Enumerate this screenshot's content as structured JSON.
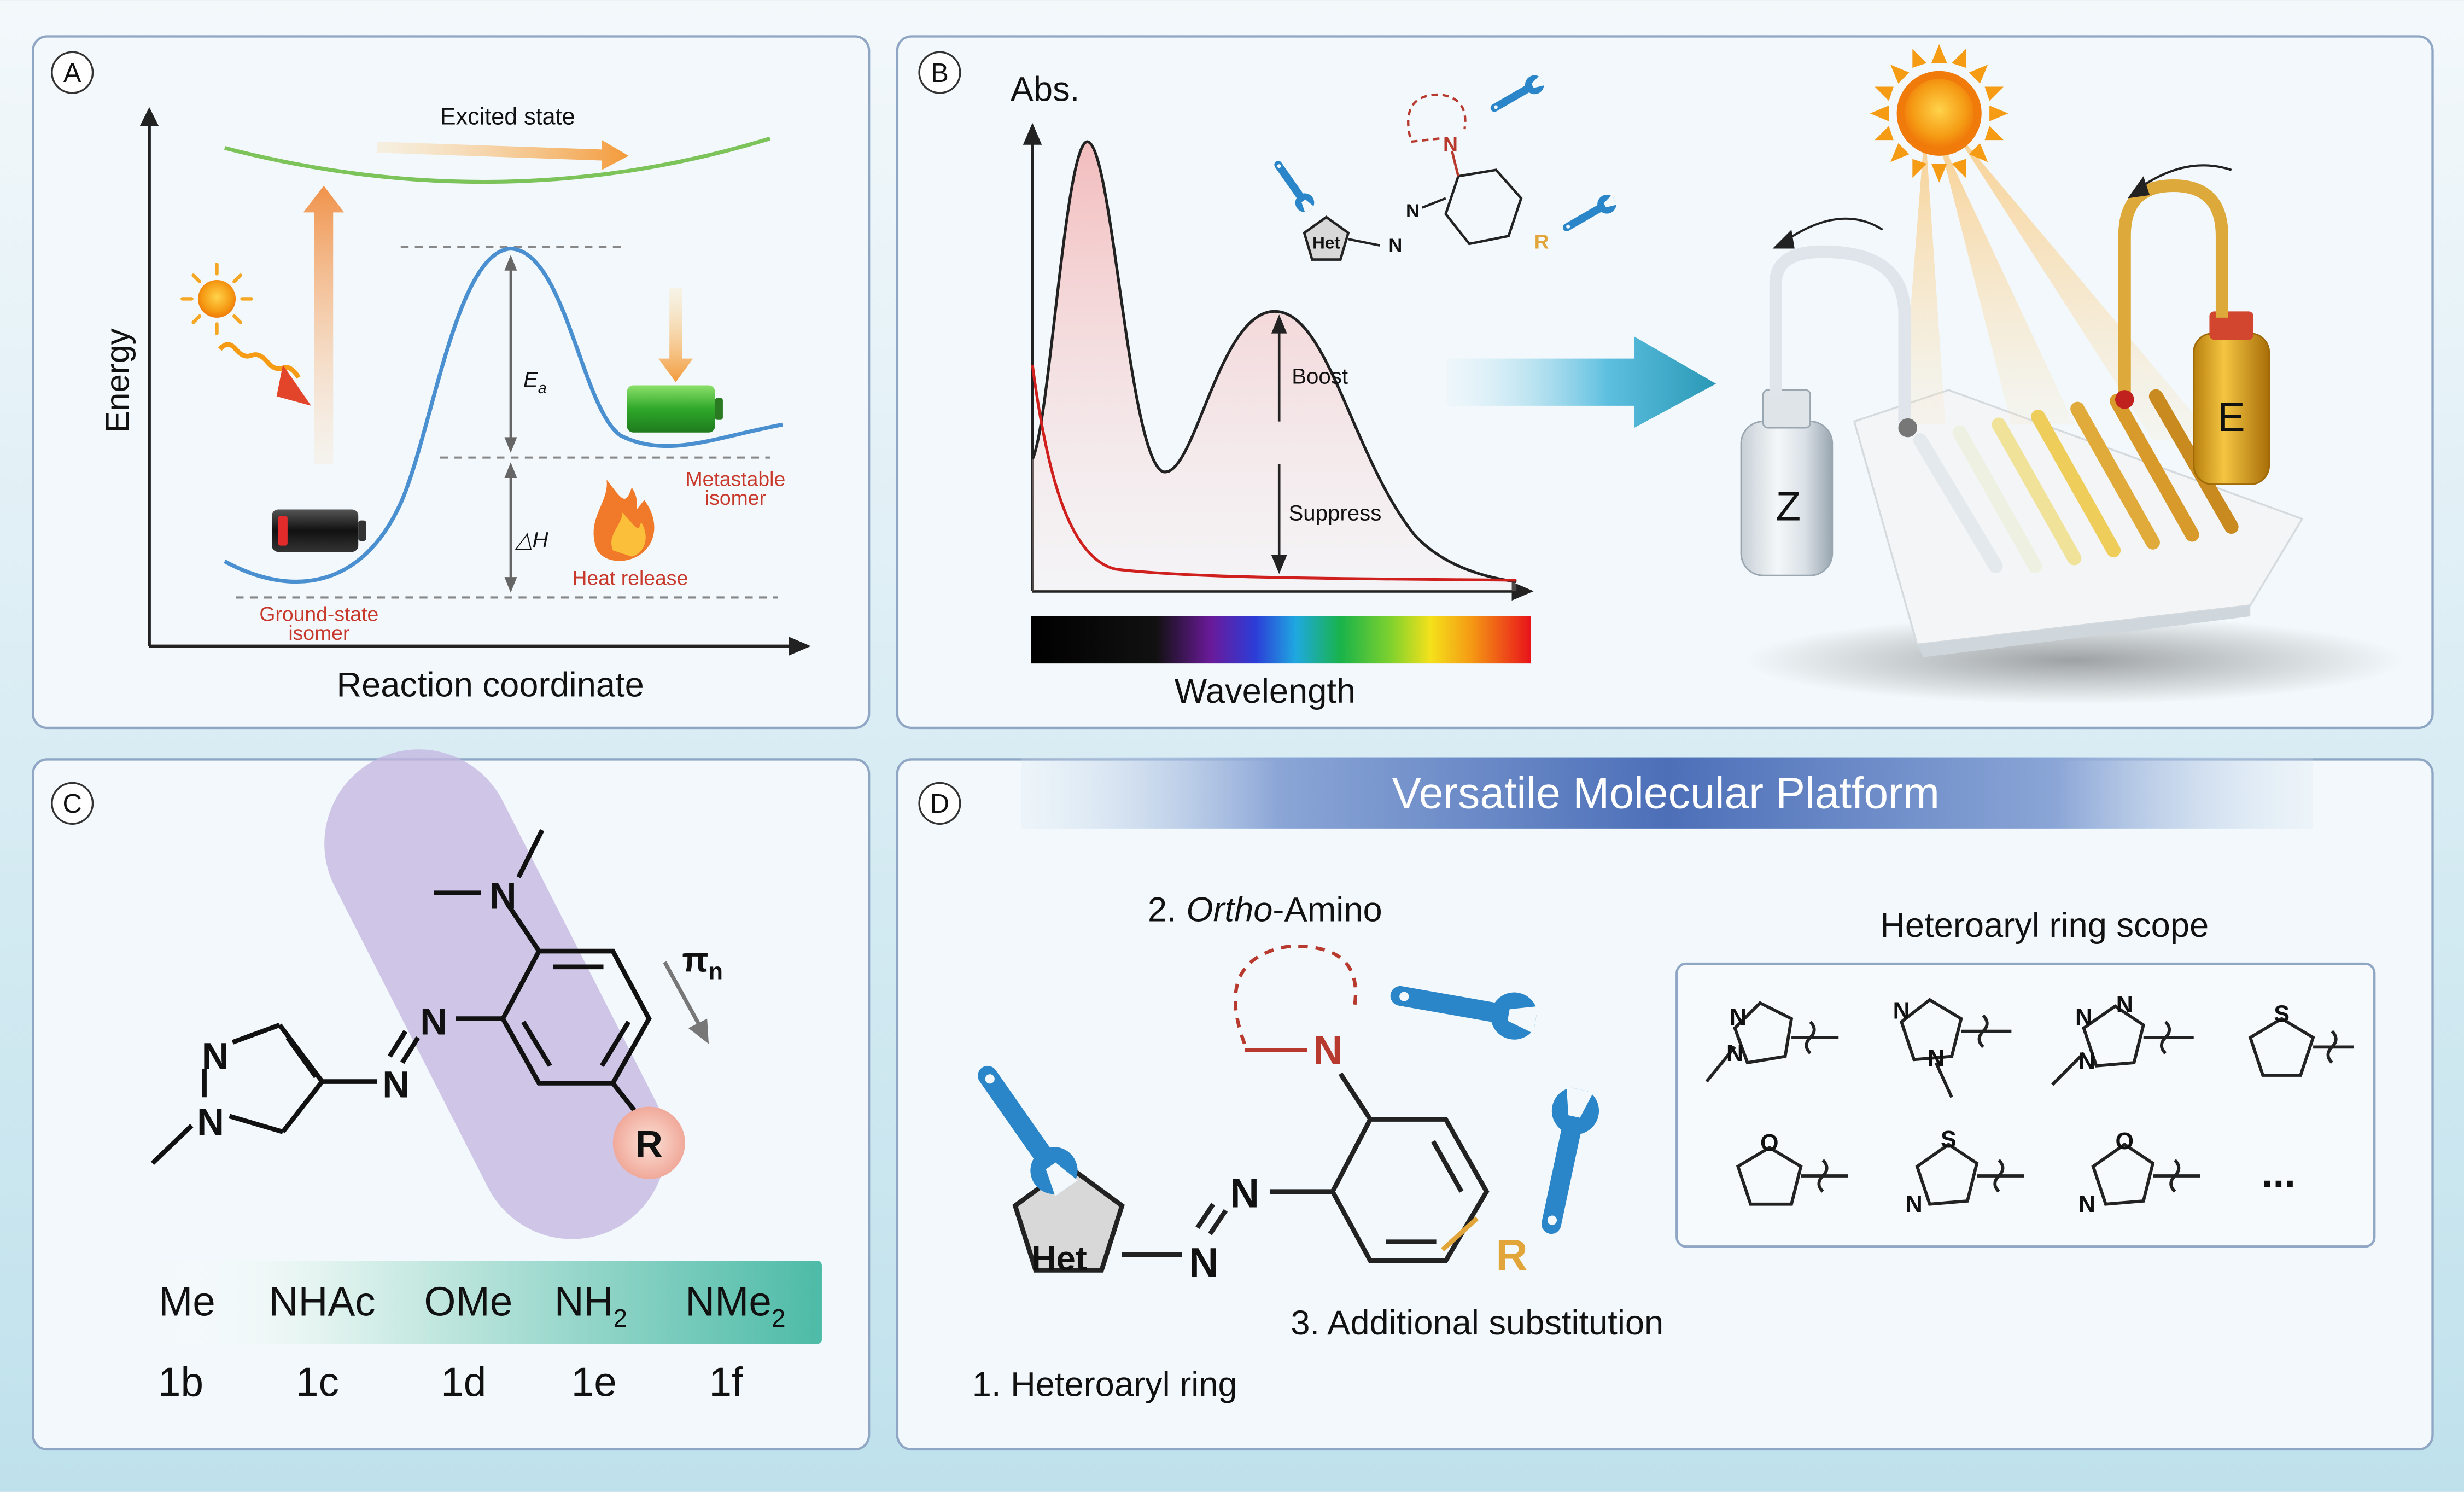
{
  "colors": {
    "panel_border": "#8fa6c4",
    "panel_fill": "#f2f8fb",
    "excited_line": "#7cc35a",
    "energy_curve": "#4a8fcf",
    "red_label": "#c8392b",
    "tool_blue": "#2a86c8",
    "amine_red": "#b83a2e",
    "r_gold": "#e2a53a",
    "highlight_purple": "#c3b6e0",
    "teal": "#4dbba7",
    "banner": "#5e7fc0"
  },
  "panelA": {
    "letter": "A",
    "excited_state": "Excited state",
    "energy": "Energy",
    "reaction_coordinate": "Reaction coordinate",
    "ea": "E",
    "ea_sub": "a",
    "dh": "△H",
    "metastable_1": "Metastable",
    "metastable_2": "isomer",
    "ground_1": "Ground-state",
    "ground_2": "isomer",
    "heat_release": "Heat release"
  },
  "panelB": {
    "letter": "B",
    "abs": "Abs.",
    "boost": "Boost",
    "suppress": "Suppress",
    "wavelength": "Wavelength",
    "het": "Het",
    "n": "N",
    "r": "R",
    "z": "Z",
    "e": "E",
    "icons": [
      "sun-icon",
      "wrench-icon",
      "battery-icon",
      "flame-icon"
    ]
  },
  "panelC": {
    "letter": "C",
    "n": "N",
    "r": "R",
    "pi": "π",
    "pi_sub": "n",
    "substituents": [
      {
        "label": "Me",
        "sub": "",
        "compound": "1b"
      },
      {
        "label": "NHAc",
        "sub": "",
        "compound": "1c"
      },
      {
        "label": "OMe",
        "sub": "",
        "compound": "1d"
      },
      {
        "label": "NH",
        "sub": "2",
        "compound": "1e"
      },
      {
        "label": "NMe",
        "sub": "2",
        "compound": "1f"
      }
    ]
  },
  "panelD": {
    "letter": "D",
    "banner": "Versatile Molecular Platform",
    "ortho_num": "2. ",
    "ortho_italic": "Ortho",
    "ortho_rest": "-Amino",
    "heteroaryl_ring": "1. Heteroaryl ring",
    "additional": "3. Additional substitution",
    "scope_title": "Heteroaryl ring scope",
    "het": "Het",
    "n": "N",
    "r": "R",
    "s": "S",
    "o": "O",
    "ellipsis": "..."
  }
}
